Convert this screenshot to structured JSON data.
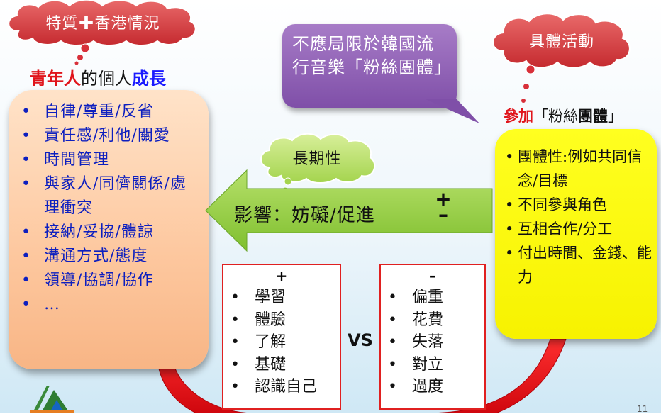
{
  "cloud_top_left": {
    "label": "特質✚香港情況"
  },
  "cloud_top_right": {
    "label": "具體活動"
  },
  "cloud_middle": {
    "label": "長期性"
  },
  "youth_title": {
    "part1": "青年人",
    "part2": "的個人",
    "part3": "成長"
  },
  "left_panel": {
    "items": [
      "自律/尊重/反省",
      "責任感/利他/關愛",
      "時間管理",
      "與家人/同儕關係/處理衝突",
      "接納/妥協/體諒",
      "溝通方式/態度",
      "領導/協調/協作",
      "…"
    ]
  },
  "purple_bubble": {
    "text": "不應局限於韓國流行音樂「粉絲團體」"
  },
  "join_line": {
    "part1": "參加",
    "part2": "「粉絲",
    "part3": "團體",
    "part4": "」"
  },
  "yellow_panel": {
    "items": [
      "團體性:例如共同信念/目標",
      "不同參與角色",
      "互相合作/分工",
      "付出時間、金錢、能力"
    ]
  },
  "influence_arrow": {
    "text": "影響：妨礙/促進",
    "plus": "+",
    "minus": "–"
  },
  "plus_box": {
    "heading": "+",
    "items": [
      "學習",
      "體驗",
      "了解",
      "基礎",
      "認識自己"
    ]
  },
  "minus_box": {
    "heading": "–",
    "items": [
      "偏重",
      "花費",
      "失落",
      "對立",
      "過度"
    ]
  },
  "vs_label": "VS",
  "page_number": "11",
  "colors": {
    "cloud_red": "#d8303a",
    "left_panel": "#fdc79e",
    "purple": "#8a5bb2",
    "yellow": "#f7f200",
    "green_arrow": "#8fce3c",
    "red_arrow": "#e8101a",
    "text_blue": "#0d1fbf"
  }
}
